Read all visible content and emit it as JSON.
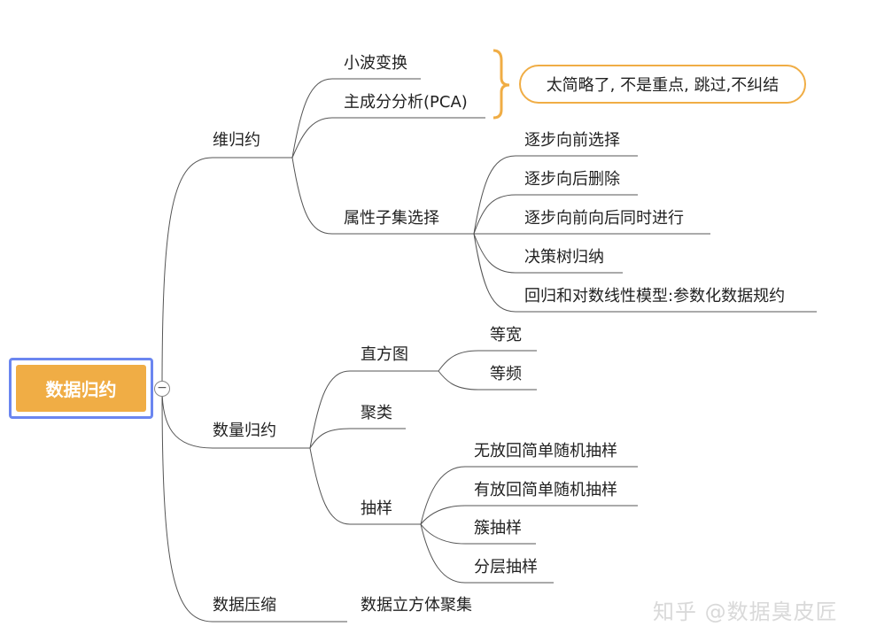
{
  "root": {
    "label": "数据归约",
    "collapse_symbol": "−"
  },
  "branches": {
    "dim": {
      "label": "维归约",
      "wavelet": "小波变换",
      "pca": "主成分分析(PCA)",
      "subset": {
        "label": "属性子集选择",
        "items": [
          "逐步向前选择",
          "逐步向后删除",
          "逐步向前向后同时进行",
          "决策树归纳",
          "回归和对数线性模型:参数化数据规约"
        ]
      }
    },
    "num": {
      "label": "数量归约",
      "histogram": {
        "label": "直方图",
        "items": [
          "等宽",
          "等频"
        ]
      },
      "cluster": "聚类",
      "sampling": {
        "label": "抽样",
        "items": [
          "无放回简单随机抽样",
          "有放回简单随机抽样",
          "簇抽样",
          "分层抽样"
        ]
      }
    },
    "comp": {
      "label": "数据压缩",
      "cube": "数据立方体聚集"
    }
  },
  "note": "太简略了, 不是重点, 跳过,不纠结",
  "watermark": "知乎 @数据臭皮匠",
  "colors": {
    "accent": "#f0ad45",
    "selection": "#6b86f0",
    "line": "#555555"
  }
}
